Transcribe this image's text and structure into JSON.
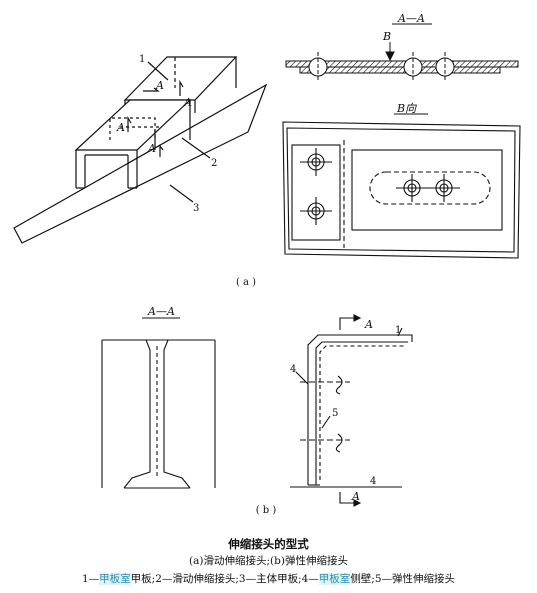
{
  "panel_a": {
    "label": "( a )",
    "section_label": "A—A",
    "view_label": "B向",
    "arrow_b": "B",
    "callouts": [
      "1",
      "2",
      "3"
    ],
    "arrow_a": "A"
  },
  "panel_b": {
    "label": "( b )",
    "section_label": "A—A",
    "arrow_a": "A",
    "callouts": [
      "1",
      "4",
      "5",
      "4"
    ]
  },
  "caption": {
    "title": "伸缩接头的型式",
    "subtitle": "(a)滑动伸缩接头;(b)弹性伸缩接头",
    "legend_parts": [
      "1—",
      "甲板室",
      "甲板;2—滑动伸缩接头;3—主体甲板;4—",
      "甲板室",
      "侧壁;5—弹性伸缩接头"
    ]
  }
}
